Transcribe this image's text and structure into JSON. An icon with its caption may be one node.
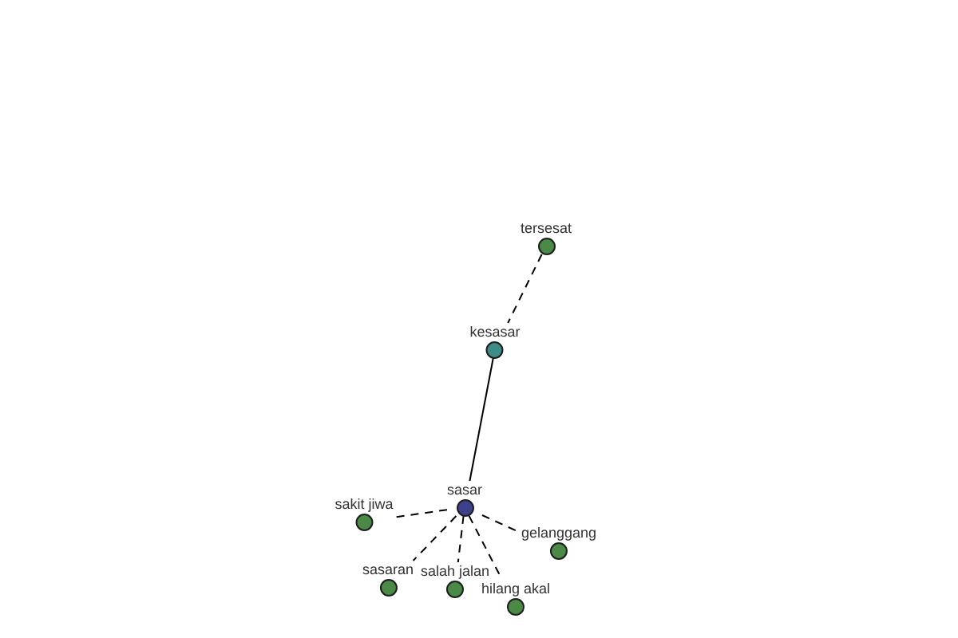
{
  "diagram": {
    "nodes": [
      {
        "text": [
          "tersesat"
        ]
      },
      {
        "text": [
          "kesasar"
        ]
      },
      {
        "text": [
          "sasar"
        ]
      },
      {
        "text": [
          "sakit jiwa"
        ]
      },
      {
        "text": [
          "gelanggang"
        ]
      },
      {
        "text": [
          "sasaran"
        ]
      },
      {
        "text": [
          "salah jalan"
        ]
      },
      {
        "text": [
          "hilang akal"
        ]
      }
    ],
    "edges": [
      {
        "from": 0,
        "to": 1,
        "arrow": "none",
        "style": "dashed"
      },
      {
        "from": 1,
        "to": 2,
        "arrow": "none"
      },
      {
        "from": 2,
        "to": 3,
        "arrow": "none",
        "style": "dashed"
      },
      {
        "from": 2,
        "to": 4,
        "arrow": "none",
        "style": "dashed"
      },
      {
        "from": 2,
        "to": 5,
        "arrow": "none",
        "style": "dashed"
      },
      {
        "from": 2,
        "to": 6,
        "arrow": "none",
        "style": "dashed"
      },
      {
        "from": 2,
        "to": 7,
        "arrow": "none",
        "style": "dashed"
      }
    ]
  }
}
